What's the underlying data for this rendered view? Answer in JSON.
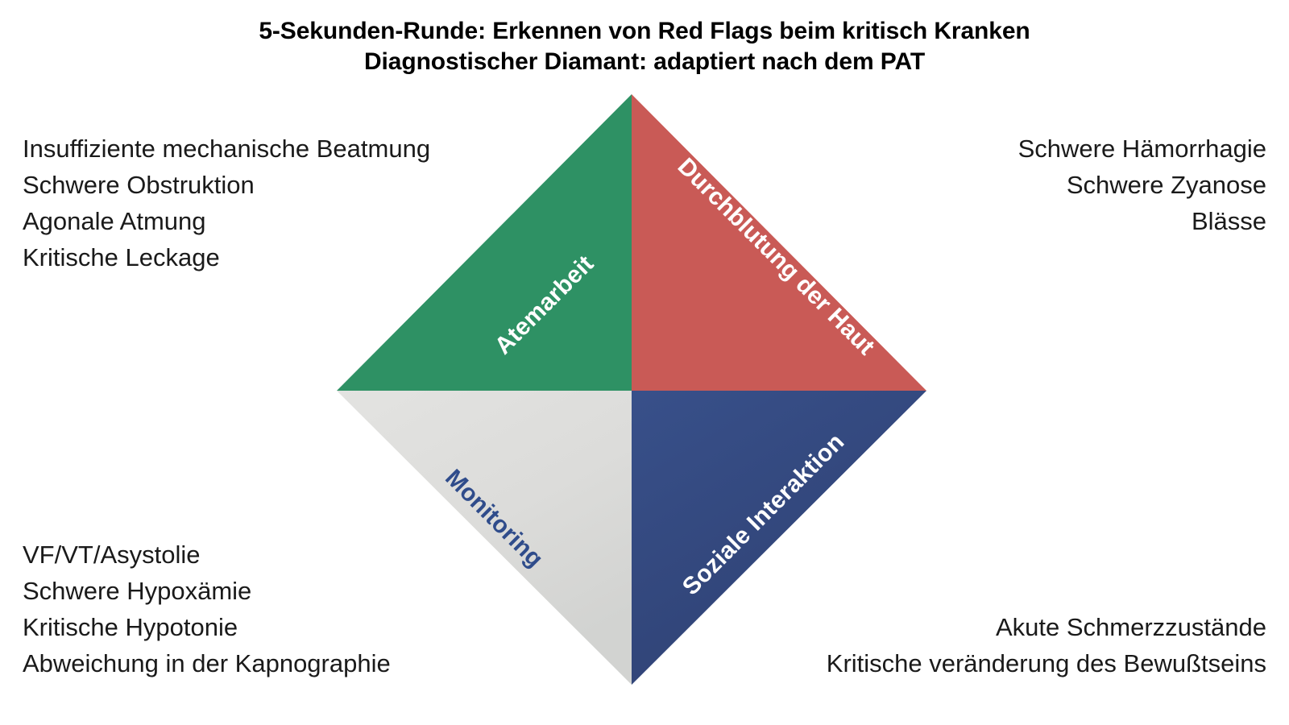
{
  "title": {
    "line1": "5-Sekunden-Runde: Erkennen von Red Flags beim kritisch Kranken",
    "line2": "Diagnostischer Diamant: adaptiert nach dem PAT"
  },
  "colors": {
    "green": "#2E9164",
    "red": "#C95A56",
    "blue": "#34497F",
    "gray": "#DCDCDA",
    "label_white": "#FFFFFF",
    "label_blue": "#2F4C8B",
    "background": "#FFFFFF",
    "text": "#1A1A1A"
  },
  "diamond": {
    "quadrants": [
      {
        "key": "top_left",
        "label": "Atemarbeit",
        "color": "#2E9164",
        "label_color": "#FFFFFF"
      },
      {
        "key": "top_right",
        "label": "Durchblutung der Haut",
        "color": "#C95A56",
        "label_color": "#FFFFFF"
      },
      {
        "key": "bottom_left",
        "label": "Monitoring",
        "color": "#DCDCDA",
        "label_color": "#2F4C8B"
      },
      {
        "key": "bottom_right",
        "label": "Soziale Interaktion",
        "color": "#34497F",
        "label_color": "#FFFFFF"
      }
    ]
  },
  "annotations": {
    "top_left": {
      "align": "left",
      "lines": [
        "Insuffiziente mechanische Beatmung",
        "Schwere Obstruktion",
        "Agonale Atmung",
        "Kritische Leckage"
      ]
    },
    "top_right": {
      "align": "right",
      "lines": [
        "Schwere Hämorrhagie",
        "Schwere Zyanose",
        "Blässe"
      ]
    },
    "bottom_left": {
      "align": "left",
      "lines": [
        "VF/VT/Asystolie",
        "Schwere Hypoxämie",
        "Kritische Hypotonie",
        "Abweichung in der Kapnographie"
      ]
    },
    "bottom_right": {
      "align": "right",
      "lines": [
        "Akute Schmerzzustände",
        "Kritische veränderung des Bewußtseins"
      ]
    }
  }
}
